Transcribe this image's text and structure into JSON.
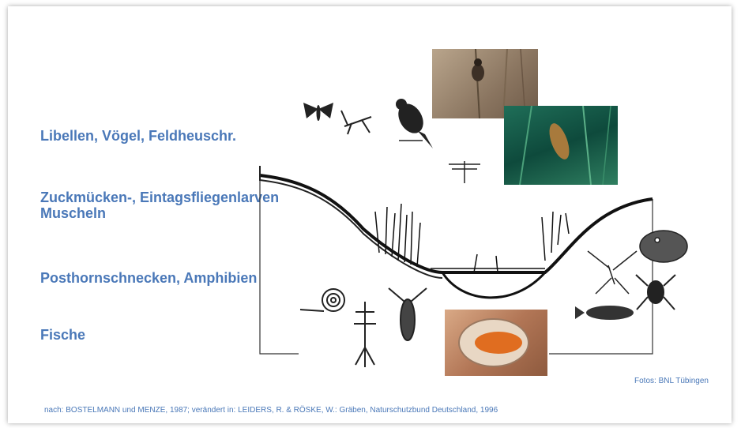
{
  "labels": {
    "group1": "Libellen, Vögel, Feldheuschr.",
    "group2_line1": "Zuckmücken-, Eintagsfliegenlarven",
    "group2_line2": "Muscheln",
    "group3": "Posthornschnecken, Amphibien",
    "group4": "Fische"
  },
  "credits": {
    "photos": "Fotos: BNL Tübingen",
    "source": "nach: BOSTELMANN und MENZE, 1987; verändert in: LEIDERS, R. & RÖSKE, W.: Gräben, Naturschutzbund Deutschland, 1996"
  }
}
